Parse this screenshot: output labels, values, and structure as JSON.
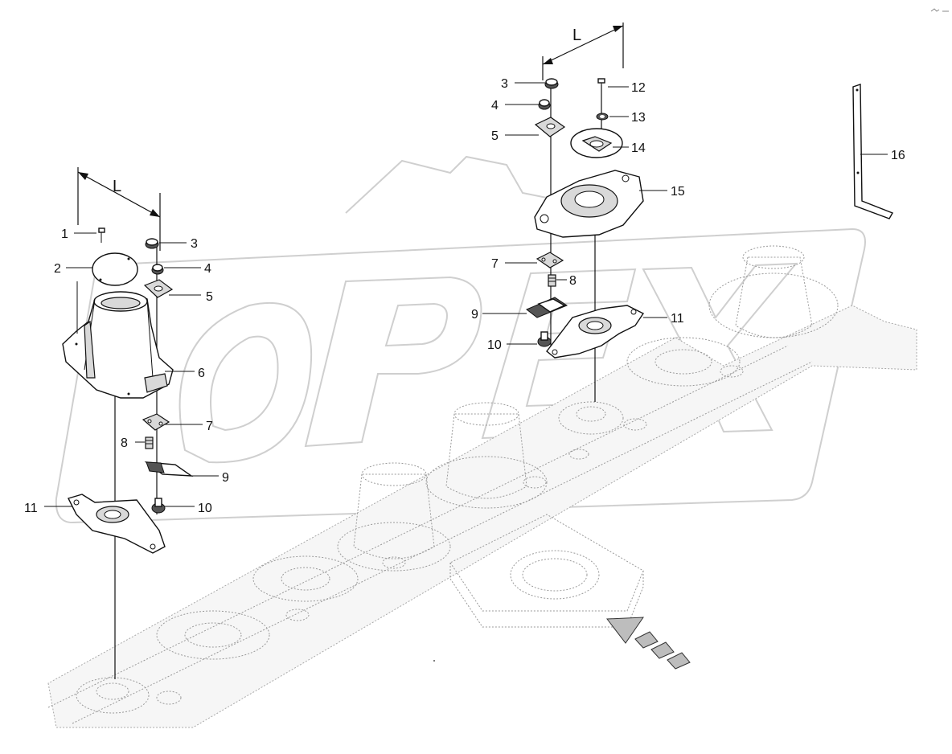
{
  "dimension_label": "L",
  "watermark": "OPEX",
  "callouts": {
    "c1": "1",
    "c2": "2",
    "c3a": "3",
    "c4a": "4",
    "c5a": "5",
    "c6": "6",
    "c7a": "7",
    "c8a": "8",
    "c9a": "9",
    "c10a": "10",
    "c11a": "11",
    "c3b": "3",
    "c4b": "4",
    "c5b": "5",
    "c7b": "7",
    "c8b": "8",
    "c9b": "9",
    "c10b": "10",
    "c11b": "11",
    "c12": "12",
    "c13": "13",
    "c14": "14",
    "c15": "15",
    "c16": "16"
  }
}
